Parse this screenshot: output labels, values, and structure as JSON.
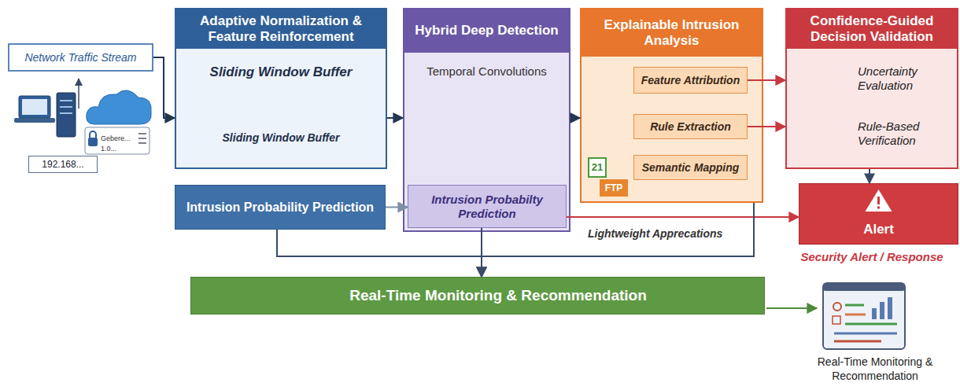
{
  "diagram": {
    "nodes": [
      {
        "text": [
          "Network Traffic Stream"
        ]
      },
      {
        "text": [
          "Adaptive Normalization & Feature Reinforcement",
          "Sliding Window Buffer",
          "Sliding Window Buffer"
        ]
      },
      {
        "text": [
          "Intrusion Probability Prediction"
        ]
      },
      {
        "text": [
          "Hybrid Deep Detection",
          "Temporal Convolutions"
        ]
      },
      {
        "text": [
          "Intrusion Probabilty Prediction"
        ],
        "in": 3
      },
      {
        "text": [
          "Explainable Intrusion Analysis"
        ]
      },
      {
        "text": [
          "Feature Attribution"
        ],
        "in": 5
      },
      {
        "text": [
          "Rule Extraction"
        ],
        "in": 5
      },
      {
        "text": [
          "Semantic Mapping"
        ],
        "in": 5
      },
      {
        "text": [
          "Confidence-Guided Decision Validation",
          "Uncertainty Evaluation",
          "Rule-Based Verification"
        ]
      },
      {
        "text": [
          "Alert"
        ]
      },
      {
        "text": [
          "Real-Time Monitoring & Recommendation"
        ]
      }
    ],
    "edges": [
      {
        "from": 0,
        "to": 1,
        "arrow": "to"
      },
      {
        "from": 1,
        "to": 3,
        "arrow": "to"
      },
      {
        "from": 3,
        "to": 5,
        "arrow": "to"
      },
      {
        "from": 6,
        "to": 9,
        "arrow": "to"
      },
      {
        "from": 7,
        "to": 9,
        "arrow": "to"
      },
      {
        "from": 9,
        "to": 10,
        "arrow": "to"
      },
      {
        "from": 4,
        "to": 10,
        "arrow": "to"
      },
      {
        "from": 2,
        "to": 4,
        "arrow": "to"
      },
      {
        "from": 2,
        "to": 11,
        "arrow": "to"
      },
      {
        "from": 4,
        "to": 11,
        "arrow": "to"
      },
      {
        "from": 5,
        "to": 11,
        "arrow": "to"
      }
    ],
    "labels": [
      "192.168...",
      "Gebere...",
      "1.0...",
      "21",
      "FTP",
      "Lightweight Apprecations",
      "Security Alert / Response",
      "Real-Time Monitoring & Recommendation"
    ]
  }
}
